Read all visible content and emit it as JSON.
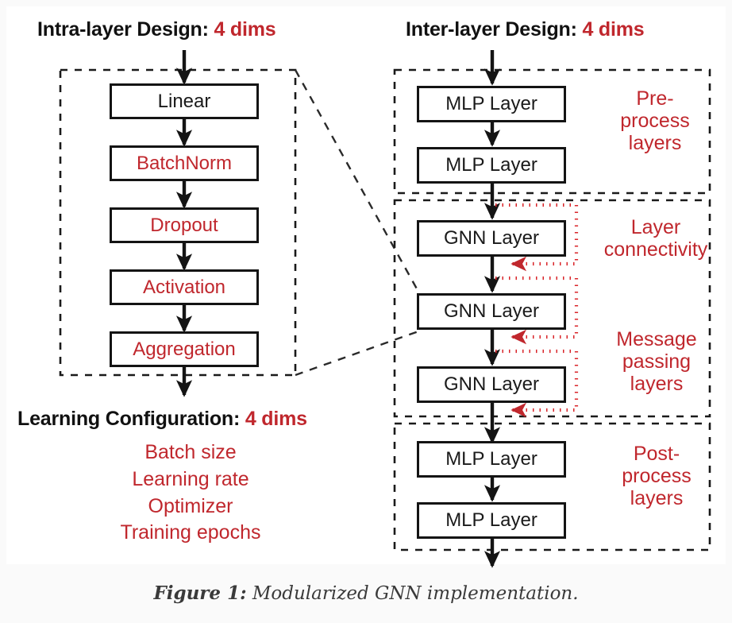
{
  "figure": {
    "caption_label": "Figure 1:",
    "caption_text": " Modularized GNN implementation."
  },
  "colors": {
    "accent_red": "#c0272d",
    "ink_black": "#141414",
    "canvas": "#ffffff",
    "page": "#fafafa"
  },
  "headings": {
    "intra": {
      "text": "Intra-layer Design: ",
      "dims": "4 dims"
    },
    "inter": {
      "text": "Inter-layer Design: ",
      "dims": "4 dims"
    },
    "learning": {
      "text": "Learning Configuration: ",
      "dims": "4 dims"
    }
  },
  "intra_layer": {
    "boxes": [
      {
        "label": "Linear",
        "red": false
      },
      {
        "label": "BatchNorm",
        "red": true
      },
      {
        "label": "Dropout",
        "red": true
      },
      {
        "label": "Activation",
        "red": true
      },
      {
        "label": "Aggregation",
        "red": true
      }
    ]
  },
  "learning_configuration": {
    "items": [
      "Batch size",
      "Learning rate",
      "Optimizer",
      "Training epochs"
    ]
  },
  "inter_layer": {
    "regions": [
      {
        "name": "pre-process",
        "label": "Pre-\nprocess\nlayers",
        "boxes": [
          {
            "label": "MLP Layer"
          },
          {
            "label": "MLP Layer"
          }
        ]
      },
      {
        "name": "message-passing",
        "label_connectivity": "Layer\nconnectivity",
        "label_message": "Message\npassing\nlayers",
        "boxes": [
          {
            "label": "GNN Layer"
          },
          {
            "label": "GNN Layer"
          },
          {
            "label": "GNN Layer"
          }
        ]
      },
      {
        "name": "post-process",
        "label": "Post-\nprocess\nlayers",
        "boxes": [
          {
            "label": "MLP Layer"
          },
          {
            "label": "MLP Layer"
          }
        ]
      }
    ]
  }
}
